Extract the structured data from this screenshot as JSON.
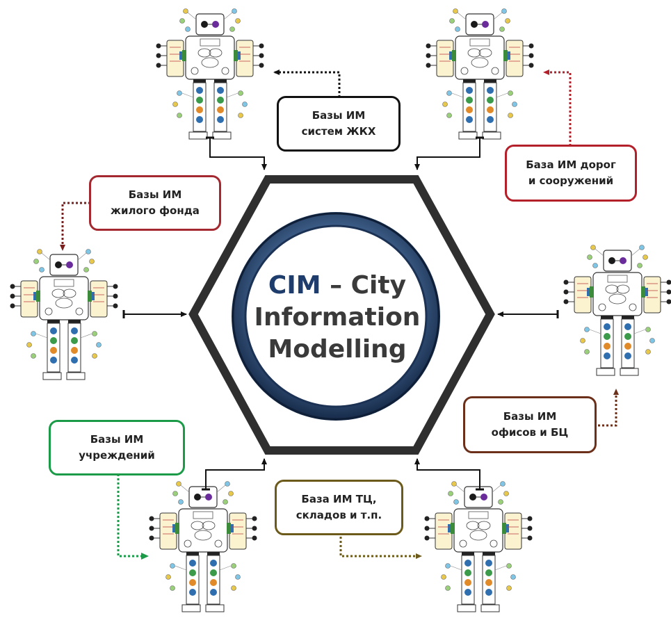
{
  "center": {
    "acronym": "CIM",
    "line1_rest": " – City",
    "line2": "Information",
    "line3": "Modelling"
  },
  "labels": {
    "utilities": {
      "line1": "Базы ИМ",
      "line2": "систем ЖКХ"
    },
    "roads": {
      "line1": "База ИМ дорог",
      "line2": "и сооружений"
    },
    "housing": {
      "line1": "Базы ИМ",
      "line2": "жилого фонда"
    },
    "offices": {
      "line1": "Базы ИМ",
      "line2": "офисов и БЦ"
    },
    "institutions": {
      "line1": "Базы ИМ",
      "line2": "учреждений"
    },
    "malls": {
      "line1": "База ИМ ТЦ,",
      "line2": "складов и т.п."
    }
  },
  "colors": {
    "hexagon": "#2f2f2f",
    "ring_outer": "#1c3254",
    "ring_inner": "#6f8fb4",
    "accent_text": "#1f3d6c",
    "utilities_border": "#111111",
    "roads_border": "#b4202a",
    "housing_border": "#a42830",
    "offices_border": "#6b2f1a",
    "institutions_border": "#1b9a48",
    "malls_border": "#6b5a1a",
    "roads_arrow": "#b4202a",
    "housing_arrow": "#7a1e1e",
    "offices_arrow": "#7a2f1a",
    "institutions_arrow": "#1b9a48",
    "malls_arrow": "#6b5a1a"
  },
  "icons": [
    "building-model-schema-icon"
  ]
}
